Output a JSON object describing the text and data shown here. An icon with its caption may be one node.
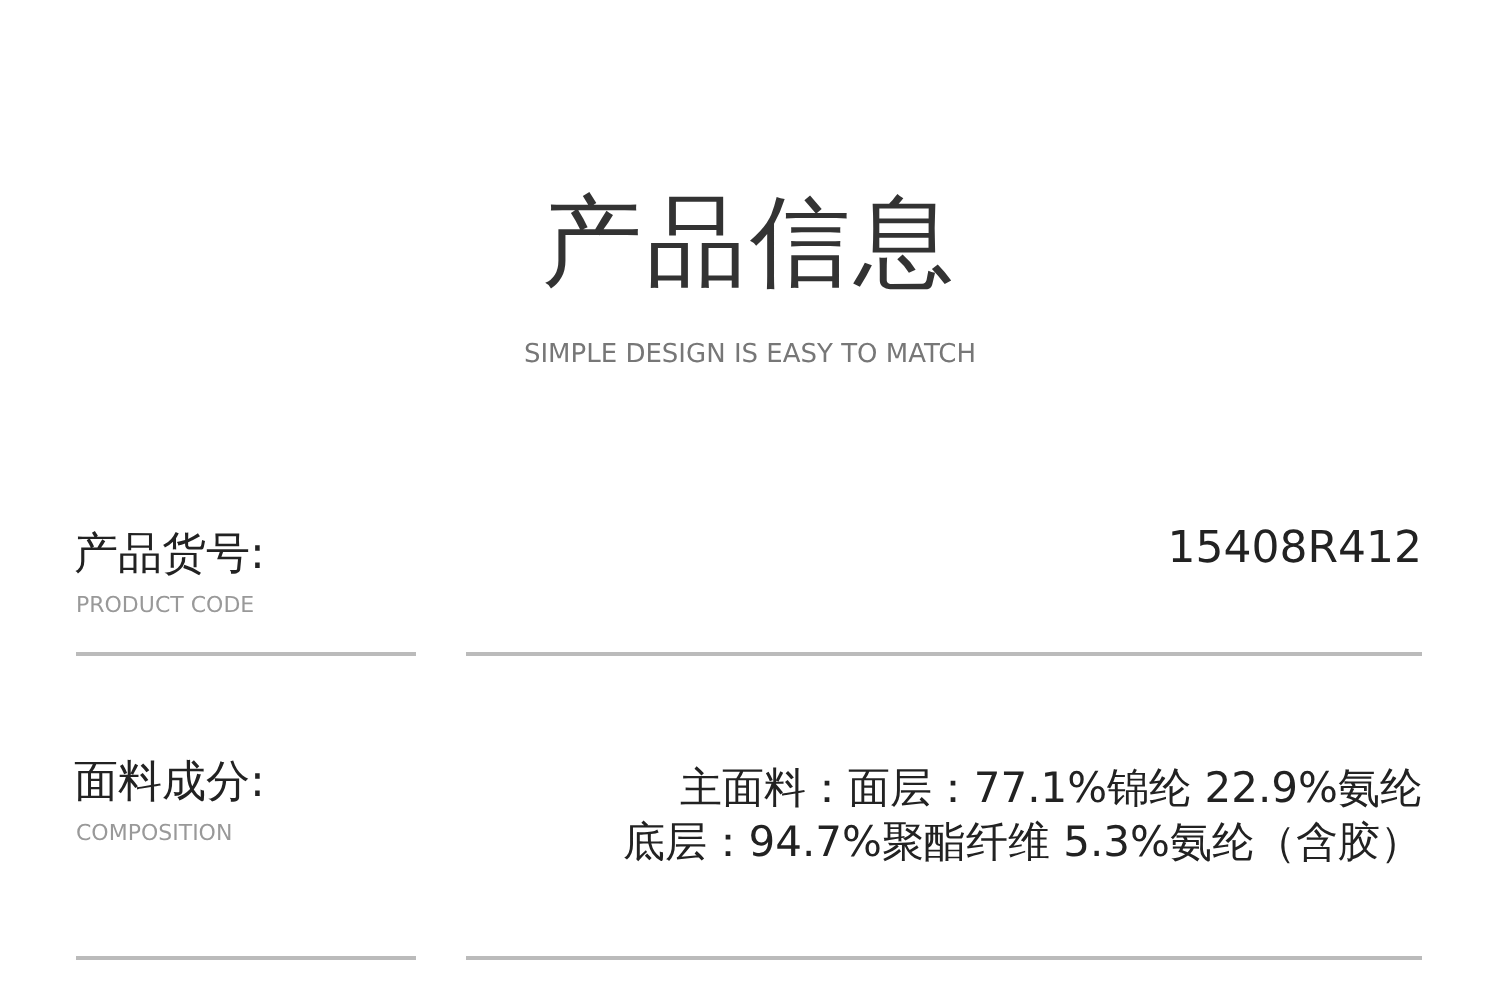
{
  "diagram": {
    "title": "产品信息",
    "labels": [
      "SIMPLE DESIGN IS EASY TO MATCH",
      "产品货号:",
      "PRODUCT CODE",
      "15408R412",
      "面料成分:",
      "COMPOSITION",
      "主面料：面层：77.1%锦纶 22.9%氨纶",
      "底层：94.7%聚酯纤维 5.3%氨纶（含胶）"
    ]
  }
}
